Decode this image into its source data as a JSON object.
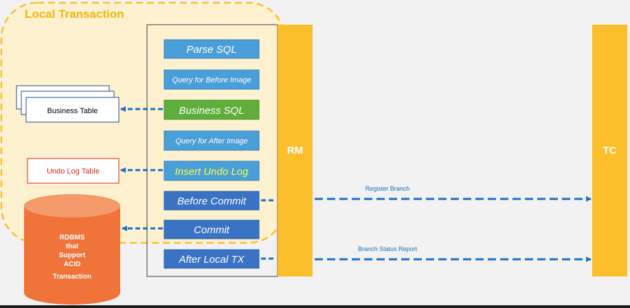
{
  "colors": {
    "background": "#f2f2f2",
    "local_tx_fill": "#fdf1cf",
    "local_tx_border": "#f9c12e",
    "local_tx_title": "#f5b50f",
    "step_blue": "#4a9fd9",
    "step_green": "#5fae3b",
    "step_dark_blue": "#3a72c4",
    "rm_tc_fill": "#fbbf2c",
    "arrow_blue": "#1b6fc2",
    "rdbms_fill": "#f0743a",
    "undo_log_red": "#e2231a",
    "insert_undo_text": "#ffff3a"
  },
  "local_transaction": {
    "title": "Local Transaction"
  },
  "steps": [
    {
      "label": "Parse SQL",
      "style": "blue"
    },
    {
      "label": "Query for Before Image",
      "style": "blue"
    },
    {
      "label": "Business SQL",
      "style": "green"
    },
    {
      "label": "Query for After Image",
      "style": "blue"
    },
    {
      "label": "Insert Undo Log",
      "style": "blue-yellow"
    },
    {
      "label": "Before Commit",
      "style": "dark"
    },
    {
      "label": "Commit",
      "style": "dark"
    },
    {
      "label": "After Local TX",
      "style": "dark"
    }
  ],
  "business_table": {
    "label": "Business Table"
  },
  "undo_log_table": {
    "label": "Undo Log Table"
  },
  "rdbms": {
    "lines": [
      "RDBMS",
      "that",
      "Support",
      "ACID",
      "Transaction"
    ]
  },
  "rm": {
    "label": "RM"
  },
  "tc": {
    "label": "TC"
  },
  "arrows": {
    "register_branch": "Register Branch",
    "branch_status_report": "Branch Status Report"
  }
}
